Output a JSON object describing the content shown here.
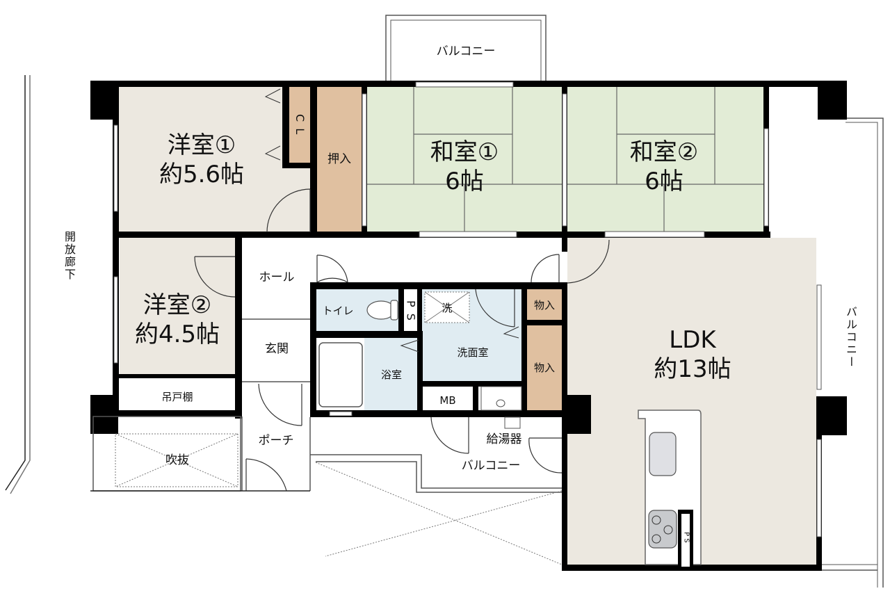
{
  "colors": {
    "western_room": "#ece8e0",
    "tatami": "#e2ecd6",
    "storage": "#e0c0a0",
    "wet_area": "#e0ecf2",
    "wall": "#000000",
    "outline": "#777777"
  },
  "rooms": {
    "youshitsu1": {
      "name": "洋室①",
      "size": "約5.6帖"
    },
    "youshitsu2": {
      "name": "洋室②",
      "size": "約4.5帖"
    },
    "washitsu1": {
      "name": "和室①",
      "size": "6帖"
    },
    "washitsu2": {
      "name": "和室②",
      "size": "6帖"
    },
    "ldk": {
      "name": "LDK",
      "size": "約13帖"
    },
    "closet_cl": "C L",
    "oshiire": "押入",
    "hall": "ホール",
    "genkan": "玄関",
    "toilet": "トイレ",
    "ps1": "P S",
    "ps2": "P S",
    "washer": "洗",
    "senmenjo": "洗面室",
    "bathroom": "浴室",
    "mb": "MB",
    "monoire1": "物入",
    "monoire2": "物入",
    "tsurito": "吊戸棚",
    "fukinuke": "吹抜",
    "porch": "ポーチ",
    "water_heater": "給湯器"
  },
  "exterior": {
    "balcony_top": "バルコニー",
    "balcony_right": "バルコニー",
    "balcony_bottom": "バルコニー",
    "corridor": "開放廊下"
  }
}
